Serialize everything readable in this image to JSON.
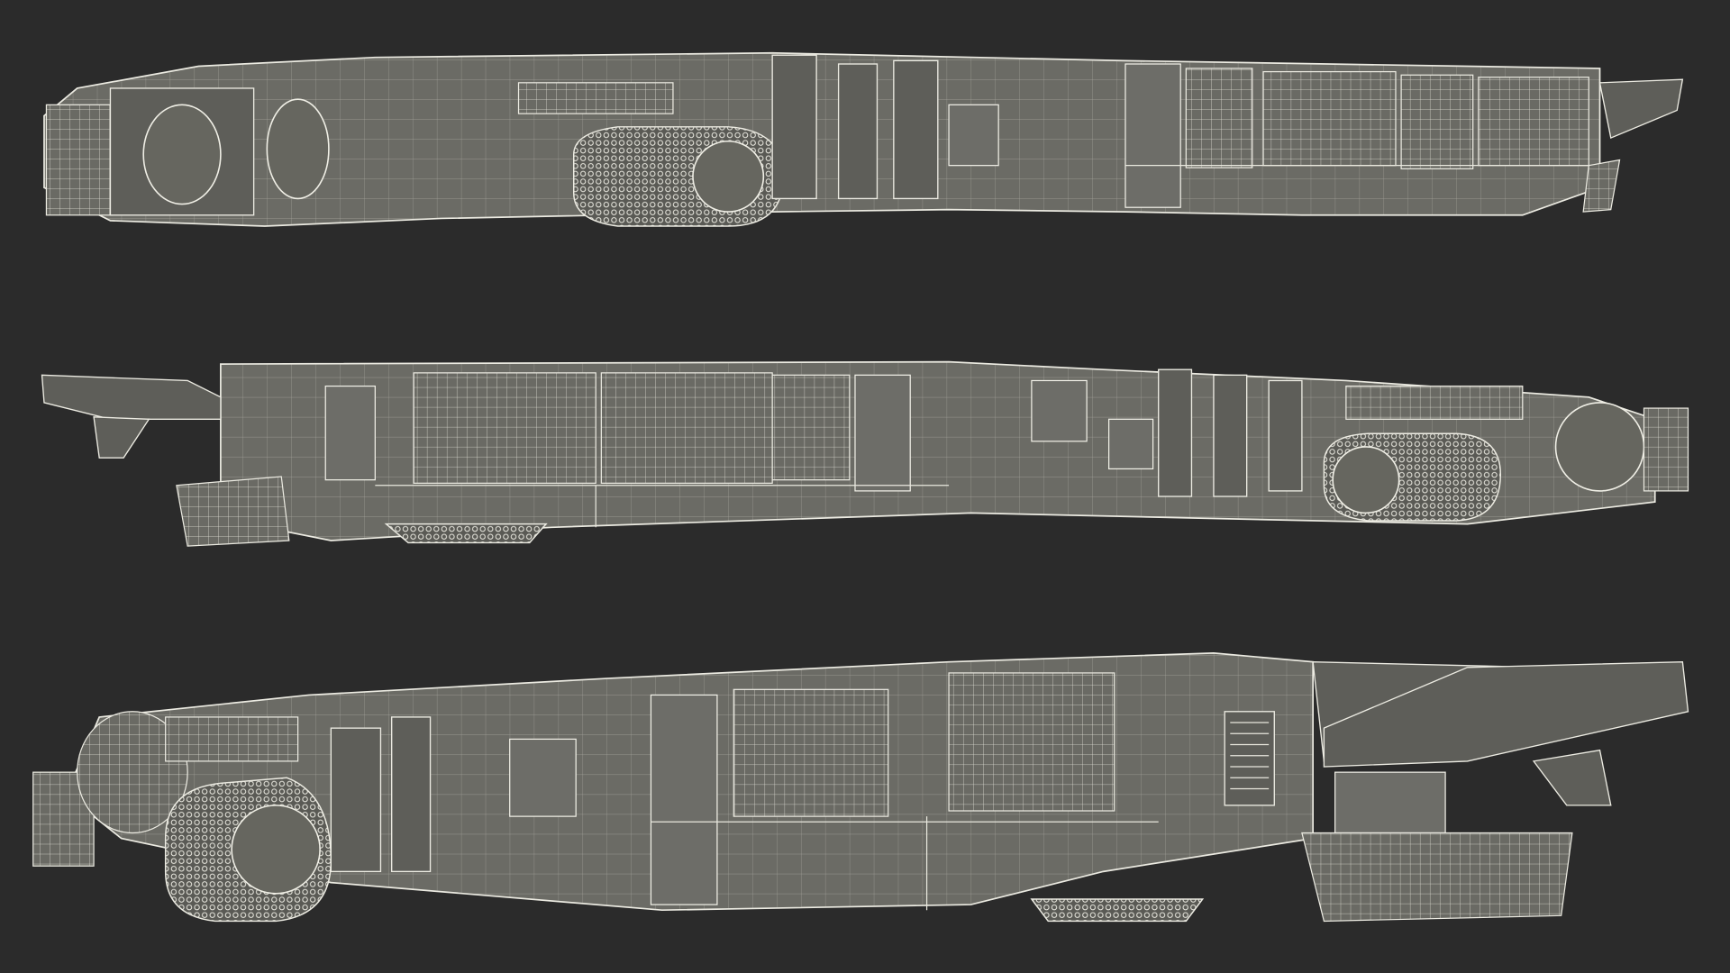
{
  "scene": {
    "background_color": "#2b2b2b",
    "model_fill_color": "#6b6b65",
    "wire_color": "#ecebe2",
    "views": [
      {
        "id": "top-view"
      },
      {
        "id": "side-view"
      },
      {
        "id": "perspective-view"
      }
    ]
  }
}
